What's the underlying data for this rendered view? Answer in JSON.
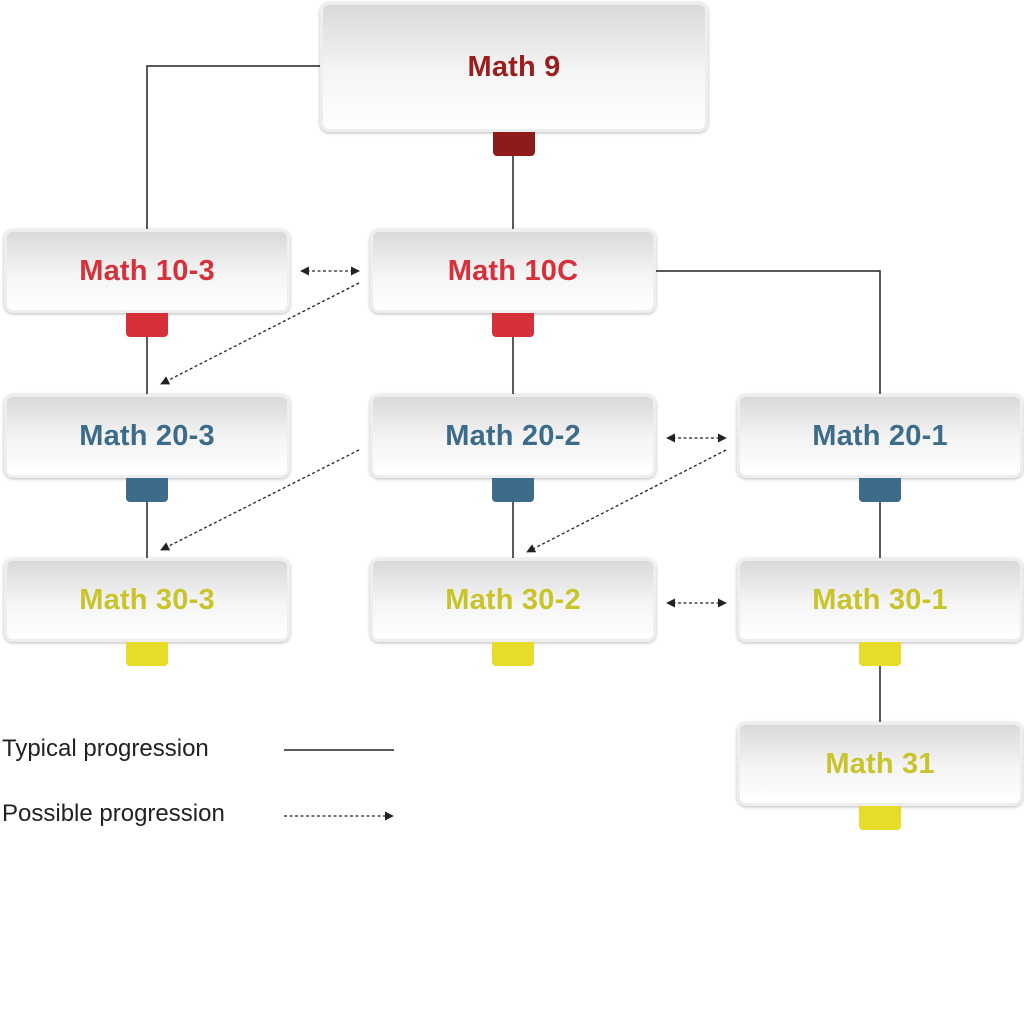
{
  "colors": {
    "dark_red": "#9b1e1e",
    "red": "#d6303b",
    "blue": "#3d6b8a",
    "yellow": "#c9c42a",
    "yellow_tab": "#e7dc2a",
    "line": "#222222"
  },
  "nodes": [
    {
      "id": "math9",
      "label": "Math 9",
      "color": "dark_red"
    },
    {
      "id": "math10_3",
      "label": "Math 10-3",
      "color": "red"
    },
    {
      "id": "math10c",
      "label": "Math 10C",
      "color": "red"
    },
    {
      "id": "math20_3",
      "label": "Math 20-3",
      "color": "blue"
    },
    {
      "id": "math20_2",
      "label": "Math 20-2",
      "color": "blue"
    },
    {
      "id": "math20_1",
      "label": "Math 20-1",
      "color": "blue"
    },
    {
      "id": "math30_3",
      "label": "Math 30-3",
      "color": "yellow"
    },
    {
      "id": "math30_2",
      "label": "Math 30-2",
      "color": "yellow"
    },
    {
      "id": "math30_1",
      "label": "Math 30-1",
      "color": "yellow"
    },
    {
      "id": "math31",
      "label": "Math 31",
      "color": "yellow"
    }
  ],
  "typical_progression": [
    {
      "from": "math9",
      "to": "math10_3"
    },
    {
      "from": "math9",
      "to": "math10c"
    },
    {
      "from": "math10c",
      "to": "math20_1"
    },
    {
      "from": "math10c",
      "to": "math20_2"
    },
    {
      "from": "math10_3",
      "to": "math20_3"
    },
    {
      "from": "math20_3",
      "to": "math30_3"
    },
    {
      "from": "math20_2",
      "to": "math30_2"
    },
    {
      "from": "math20_1",
      "to": "math30_1"
    },
    {
      "from": "math30_1",
      "to": "math31"
    }
  ],
  "possible_progression": [
    {
      "from": "math10_3",
      "to": "math10c",
      "bidirectional": true
    },
    {
      "from": "math10c",
      "to": "math20_3",
      "bidirectional": false
    },
    {
      "from": "math20_2",
      "to": "math20_1",
      "bidirectional": true
    },
    {
      "from": "math20_2",
      "to": "math30_3",
      "bidirectional": false
    },
    {
      "from": "math20_1",
      "to": "math30_2",
      "bidirectional": false
    },
    {
      "from": "math30_2",
      "to": "math30_1",
      "bidirectional": true
    }
  ],
  "legend": {
    "typical_label": "Typical progression",
    "possible_label": "Possible progression"
  }
}
